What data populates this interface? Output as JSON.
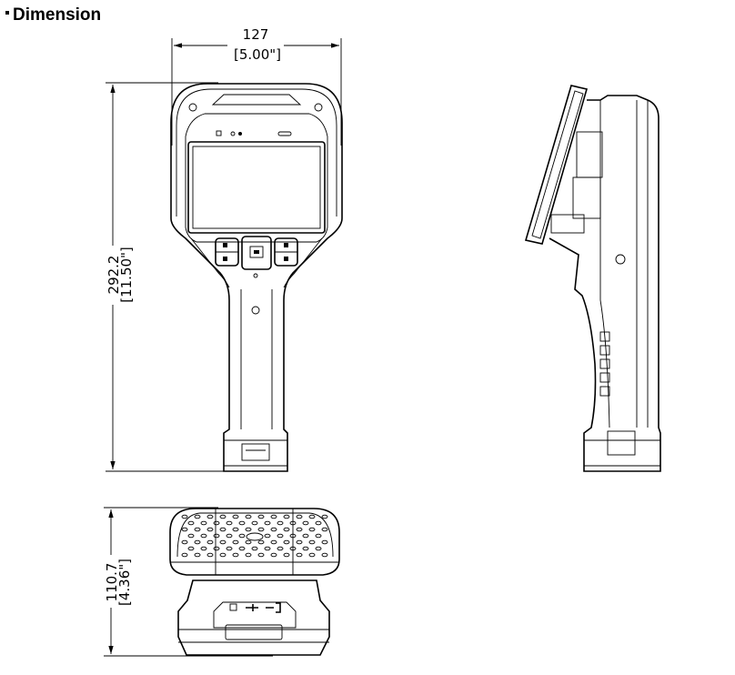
{
  "title": "Dimension",
  "dimensions": {
    "width": {
      "mm": "127",
      "inch": "[5.00\"]"
    },
    "height": {
      "mm": "292.2",
      "inch": "[11.50\"]"
    },
    "depth": {
      "mm": "110.7",
      "inch": "[4.36\"]"
    }
  },
  "views": [
    "front-view",
    "side-view",
    "bottom-view"
  ]
}
